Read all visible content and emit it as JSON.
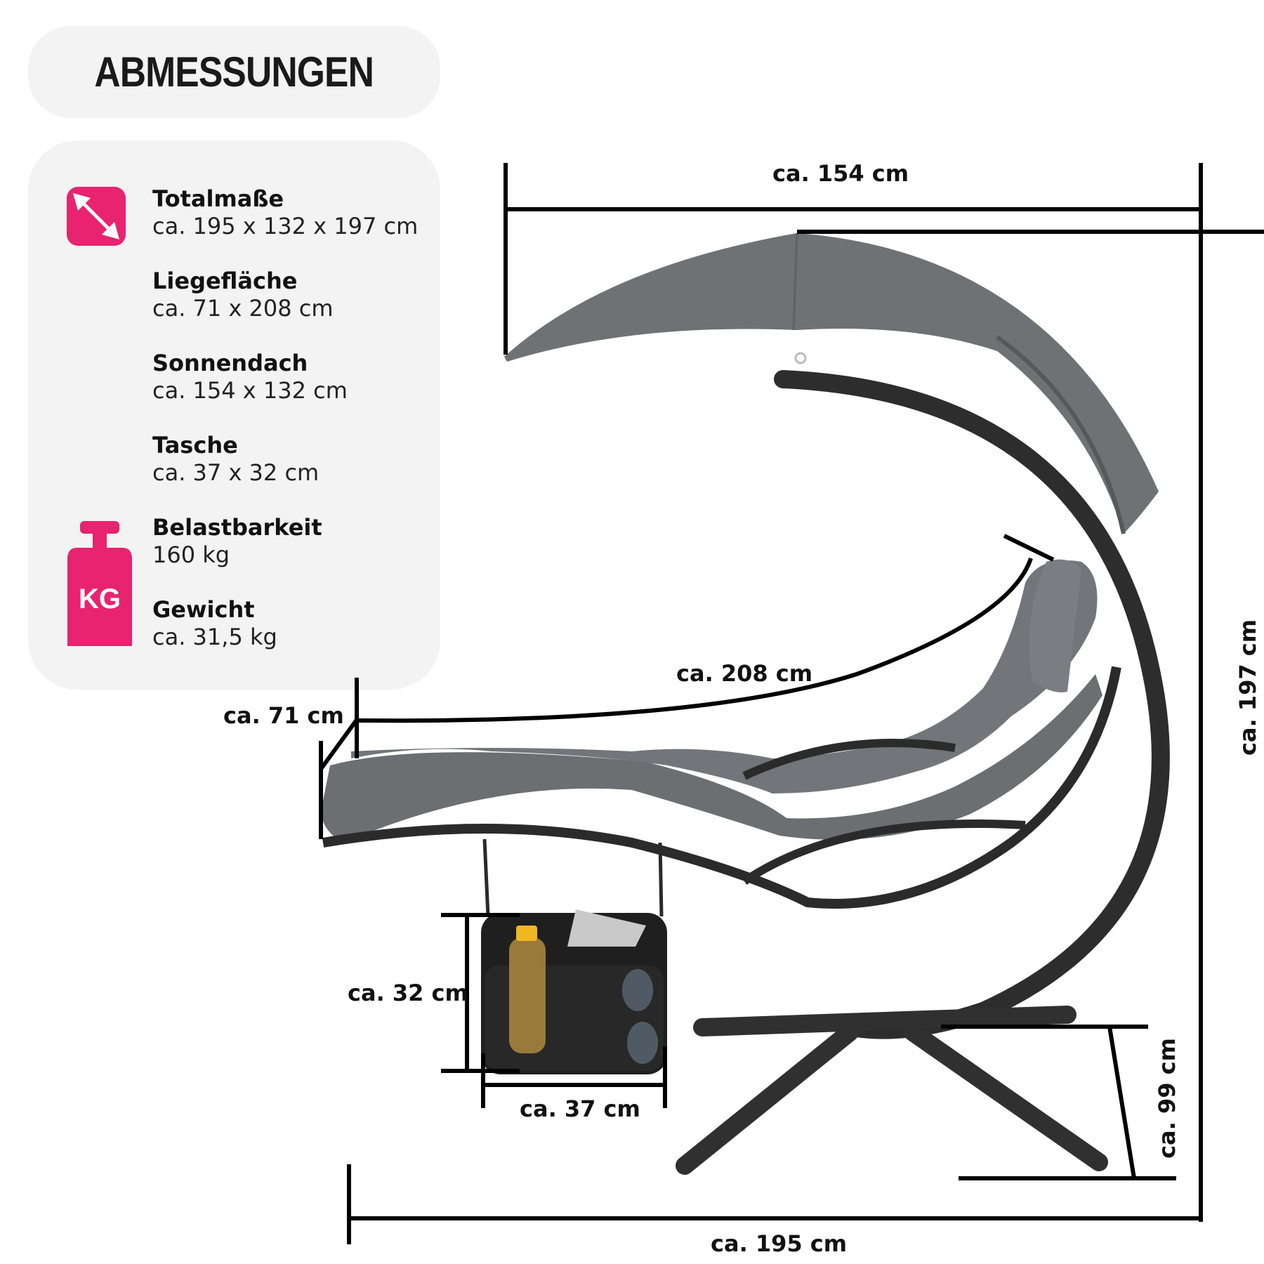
{
  "title": "ABMESSUNGEN",
  "colors": {
    "accent": "#e8236f",
    "panel": "#f3f3f3",
    "fabric": "#6e7275",
    "frame": "#2b2b2b",
    "line": "#000000"
  },
  "specs": [
    {
      "label": "Totalmaße",
      "value": "ca. 195 x 132 x 197 cm",
      "icon": "diagonal-arrows-icon"
    },
    {
      "label": "Liegefläche",
      "value": "ca. 71 x 208 cm"
    },
    {
      "label": "Sonnendach",
      "value": "ca. 154 x 132 cm"
    },
    {
      "label": "Tasche",
      "value": "ca. 37 x 32 cm"
    },
    {
      "label": "Belastbarkeit",
      "value": "160 kg",
      "icon": "weight-kg-icon"
    },
    {
      "label": "Gewicht",
      "value": "ca. 31,5 kg"
    }
  ],
  "weight_icon_text": "KG",
  "dimensions": {
    "canopy_width": "ca. 154 cm",
    "total_height": "ca. 197 cm",
    "lounger_length": "ca. 208 cm",
    "lounger_width": "ca. 71 cm",
    "bag_height": "ca. 32 cm",
    "bag_width": "ca. 37 cm",
    "base_depth": "ca. 99 cm",
    "total_width": "ca. 195 cm"
  }
}
